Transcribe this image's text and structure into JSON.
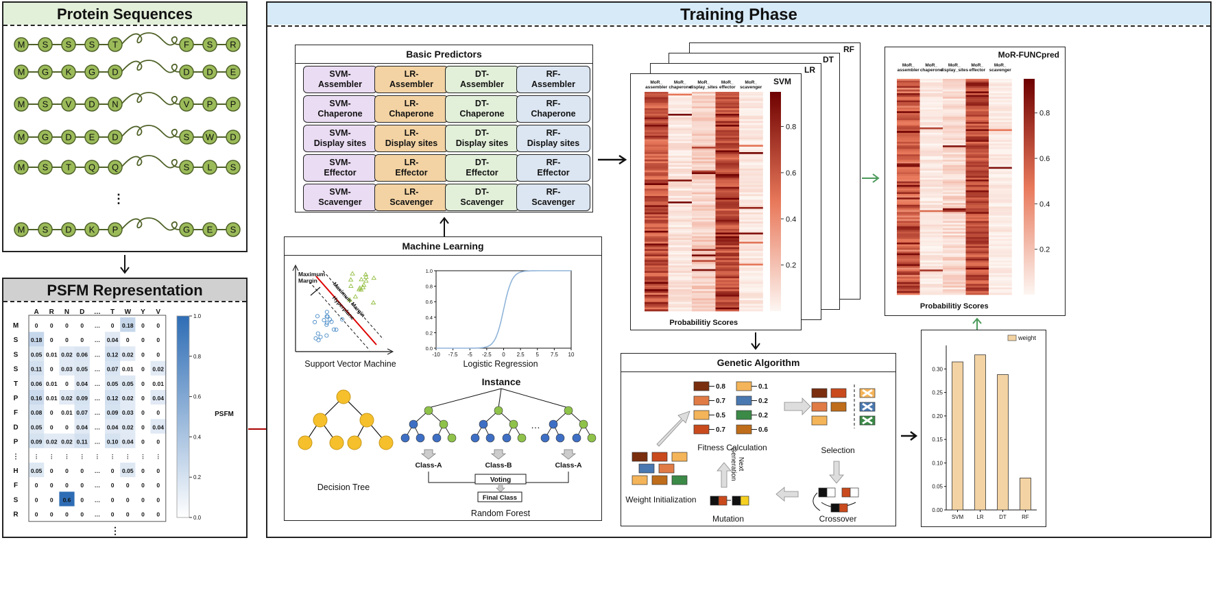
{
  "protein": {
    "title": "Protein Sequences",
    "rows": [
      {
        "start": [
          "M",
          "S",
          "S",
          "S",
          "T"
        ],
        "end": [
          "F",
          "S",
          "R"
        ]
      },
      {
        "start": [
          "M",
          "G",
          "K",
          "G",
          "D"
        ],
        "end": [
          "D",
          "D",
          "E"
        ]
      },
      {
        "start": [
          "M",
          "S",
          "V",
          "D",
          "N"
        ],
        "end": [
          "V",
          "P",
          "P"
        ]
      },
      {
        "start": [
          "M",
          "G",
          "D",
          "E",
          "D"
        ],
        "end": [
          "S",
          "W",
          "D"
        ]
      },
      {
        "start": [
          "M",
          "S",
          "T",
          "Q",
          "Q"
        ],
        "end": [
          "S",
          "L",
          "S"
        ]
      },
      {
        "start": [
          "M",
          "S",
          "D",
          "K",
          "P"
        ],
        "end": [
          "G",
          "E",
          "S"
        ]
      }
    ],
    "vdots": "⋮"
  },
  "psfm": {
    "title": "PSFM Representation",
    "columns": [
      "A",
      "R",
      "N",
      "D",
      "…",
      "T",
      "W",
      "Y",
      "V"
    ],
    "rows": [
      {
        "label": "M",
        "cells": [
          "0",
          "0",
          "0",
          "0",
          "…",
          "0",
          "0.18",
          "0",
          "0"
        ]
      },
      {
        "label": "S",
        "cells": [
          "0.18",
          "0",
          "0",
          "0",
          "…",
          "0.04",
          "0",
          "0",
          "0"
        ]
      },
      {
        "label": "S",
        "cells": [
          "0.05",
          "0.01",
          "0.02",
          "0.06",
          "…",
          "0.12",
          "0.02",
          "0",
          "0"
        ]
      },
      {
        "label": "S",
        "cells": [
          "0.11",
          "0",
          "0.03",
          "0.05",
          "…",
          "0.07",
          "0.01",
          "0",
          "0.02"
        ]
      },
      {
        "label": "T",
        "cells": [
          "0.06",
          "0.01",
          "0",
          "0.04",
          "…",
          "0.05",
          "0.05",
          "0",
          "0.01"
        ]
      },
      {
        "label": "P",
        "cells": [
          "0.16",
          "0.01",
          "0.02",
          "0.09",
          "…",
          "0.12",
          "0.02",
          "0",
          "0.04"
        ]
      },
      {
        "label": "F",
        "cells": [
          "0.08",
          "0",
          "0.01",
          "0.07",
          "…",
          "0.09",
          "0.03",
          "0",
          "0"
        ]
      },
      {
        "label": "D",
        "cells": [
          "0.05",
          "0",
          "0",
          "0.04",
          "…",
          "0.04",
          "0.02",
          "0",
          "0.04"
        ]
      },
      {
        "label": "P",
        "cells": [
          "0.09",
          "0.02",
          "0.02",
          "0.11",
          "…",
          "0.10",
          "0.04",
          "0",
          "0"
        ]
      },
      {
        "label": "⋮",
        "cells": [
          "⋮",
          "⋮",
          "⋮",
          "⋮",
          "⋮",
          "⋮",
          "⋮",
          "⋮",
          "⋮"
        ]
      },
      {
        "label": "H",
        "cells": [
          "0.05",
          "0",
          "0",
          "0",
          "…",
          "0",
          "0.05",
          "0",
          "0"
        ]
      },
      {
        "label": "F",
        "cells": [
          "0",
          "0",
          "0",
          "0",
          "…",
          "0",
          "0",
          "0",
          "0"
        ]
      },
      {
        "label": "S",
        "cells": [
          "0",
          "0",
          "0.6",
          "0",
          "…",
          "0",
          "0",
          "0",
          "0"
        ]
      },
      {
        "label": "R",
        "cells": [
          "0",
          "0",
          "0",
          "0",
          "…",
          "0",
          "0",
          "0",
          "0"
        ]
      }
    ],
    "colorbar_ticks": [
      "1.0",
      "0.8",
      "0.6",
      "0.4",
      "0.2",
      "0.0"
    ],
    "colorbar_label": "PSFM",
    "vdots": "⋮"
  },
  "training": {
    "title": "Training Phase",
    "basic_predictors": {
      "title": "Basic Predictors",
      "columns": [
        {
          "items": [
            "SVM-\nAssembler",
            "SVM-\nChaperone",
            "SVM-\nDisplay sites",
            "SVM-\nEffector",
            "SVM-\nScavenger"
          ],
          "color": "#eadcf3"
        },
        {
          "items": [
            "LR-\nAssembler",
            "LR-\nChaperone",
            "LR-\nDisplay sites",
            "LR-\nEffector",
            "LR-\nScavenger"
          ],
          "color": "#f3d3a3"
        },
        {
          "items": [
            "DT-\nAssembler",
            "DT-\nChaperone",
            "DT-\nDisplay sites",
            "DT-\nEffector",
            "DT-\nScavenger"
          ],
          "color": "#e2efd9"
        },
        {
          "items": [
            "RF-\nAssembler",
            "RF-\nChaperone",
            "RF-\nDisplay sites",
            "RF-\nEffector",
            "RF-\nScavenger"
          ],
          "color": "#dce6f2"
        }
      ]
    },
    "machine_learning": {
      "title": "Machine Learning",
      "svm": {
        "label": "Support Vector Machine",
        "margin": "Maximum\nMargin",
        "margin_line": "Maximum Margin",
        "hyperplane": "Hyperplane"
      },
      "lr": {
        "label": "Logistic Regression",
        "x_ticks": [
          "-10",
          "-7.5",
          "-5",
          "-2.5",
          "0",
          "2.5",
          "5",
          "7.5",
          "10"
        ],
        "y_ticks": [
          "0.0",
          "0.2",
          "0.4",
          "0.6",
          "0.8",
          "1.0"
        ]
      },
      "dt": {
        "label": "Decision Tree"
      },
      "rf": {
        "label": "Random Forest",
        "instance": "Instance",
        "classes": [
          "Class-A",
          "Class-B",
          "Class-A"
        ],
        "dots": "…",
        "voting": "Voting",
        "final": "Final Class"
      }
    },
    "heatmaps": {
      "stack_labels": [
        "RF",
        "DT",
        "LR",
        "SVM"
      ],
      "columns": [
        "MoR_\nassembler",
        "MoR_\nchaperone",
        "MoR_\ndisplay_sites",
        "MoR_\neffector",
        "MoR_\nscavenger"
      ],
      "colorbar_ticks": [
        "0.8",
        "0.6",
        "0.4",
        "0.2"
      ],
      "xlabel": "Probabilitiy Scores"
    },
    "final": {
      "title": "MoR-FUNCpred",
      "columns": [
        "MoR_\nassembler",
        "MoR_\nchaperone",
        "MoR_\ndisplay_sites",
        "MoR_\neffector",
        "MoR_\nscavenger"
      ],
      "colorbar_ticks": [
        "0.8",
        "0.6",
        "0.4",
        "0.2"
      ],
      "xlabel": "Probabilitiy Scores"
    },
    "genetic_algorithm": {
      "title": "Genetic Algorithm",
      "weight_init": "Weight Initialization",
      "fitness": "Fitness Calculation",
      "fitness_values": [
        "0.8",
        "0.7",
        "0.5",
        "0.7",
        "0.1",
        "0.2",
        "0.2",
        "0.6"
      ],
      "selection": "Selection",
      "crossover": "Crossover",
      "mutation": "Mutation",
      "next_generation": "Next\nGeneration"
    },
    "weights_chart": {
      "legend": "weight"
    }
  },
  "chart_data": {
    "type": "bar",
    "categories": [
      "SVM",
      "LR",
      "DT",
      "RF"
    ],
    "series": [
      {
        "name": "weight",
        "values": [
          0.315,
          0.33,
          0.288,
          0.068
        ]
      }
    ],
    "ylim": [
      0,
      0.35
    ],
    "y_ticks": [
      "0.00",
      "0.05",
      "0.10",
      "0.15",
      "0.20",
      "0.25",
      "0.30"
    ],
    "xlabel": "",
    "ylabel": "",
    "legend": "top-right",
    "bar_color": "#f3d3a3"
  },
  "colors": {
    "bead_fill": "#9bbb59",
    "bead_stroke": "#4f6228",
    "protein_header": "#e2efd9",
    "psfm_header": "#d0d0d0",
    "training_header": "#d6eaf8",
    "heat_max": "#6e0000",
    "psfm_blue": "#2e6db5"
  }
}
